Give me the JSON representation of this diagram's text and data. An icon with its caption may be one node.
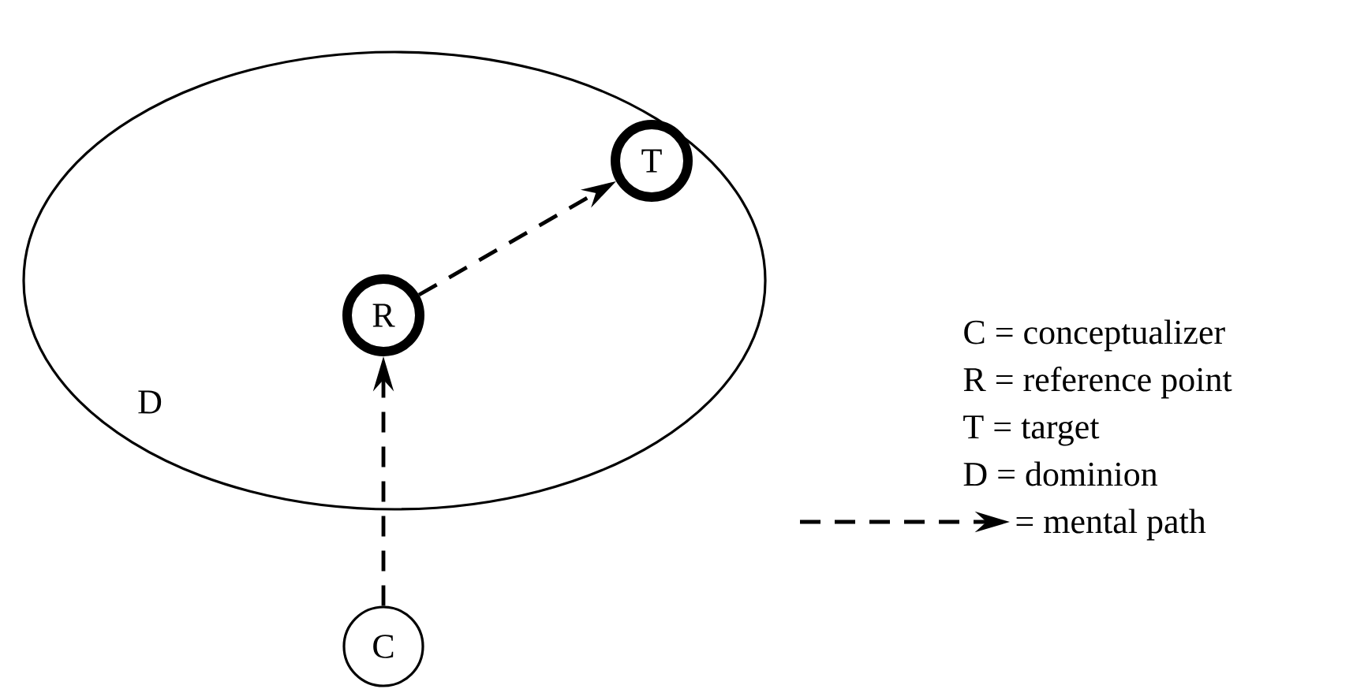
{
  "diagram": {
    "nodes": [
      {
        "text": [
          "D"
        ]
      },
      {
        "text": [
          "T"
        ],
        "in": 0
      },
      {
        "text": [
          "R"
        ],
        "in": 0
      },
      {
        "text": [
          "C"
        ]
      }
    ],
    "edges": [
      {
        "from": 3,
        "to": 2,
        "arrow": "to",
        "style": "dashed"
      },
      {
        "from": 2,
        "to": 1,
        "arrow": "to",
        "style": "dashed"
      }
    ],
    "labels": [
      "C = conceptualizer",
      "R = reference point",
      "T = target",
      "D = dominion"
    ],
    "legend": [
      {
        "text": "= mental path"
      }
    ]
  }
}
